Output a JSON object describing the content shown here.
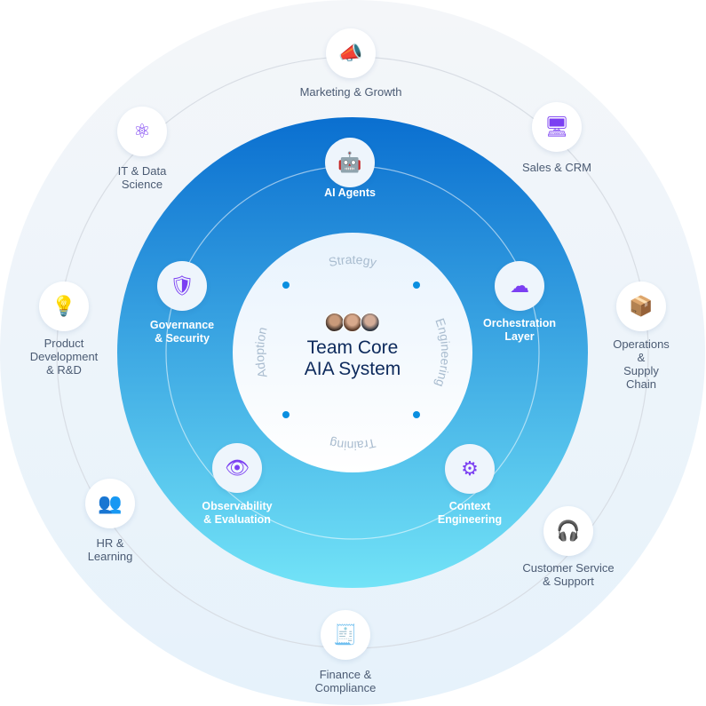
{
  "center": {
    "title": "Team Core\nAIA System",
    "avatars": [
      "person-1",
      "person-2",
      "person-3"
    ]
  },
  "phases": [
    "Strategy",
    "Engineering",
    "Training",
    "Adoption"
  ],
  "inner_ring": [
    {
      "label": "AI Agents",
      "icon": "robot-icon",
      "glyph": "🤖"
    },
    {
      "label": "Orchestration\nLayer",
      "icon": "cloud-network-icon",
      "glyph": "☁"
    },
    {
      "label": "Context\nEngineering",
      "icon": "gears-icon",
      "glyph": "⚙"
    },
    {
      "label": "Observability\n& Evaluation",
      "icon": "eye-icon",
      "glyph": "👁"
    },
    {
      "label": "Governance\n& Security",
      "icon": "shield-bank-icon",
      "glyph": "🛡"
    }
  ],
  "outer_ring": [
    {
      "label": "Marketing & Growth",
      "icon": "megaphone-icon",
      "glyph": "📣"
    },
    {
      "label": "Sales & CRM",
      "icon": "dashboard-icon",
      "glyph": "🖥"
    },
    {
      "label": "Operations &\nSupply Chain",
      "icon": "boxes-icon",
      "glyph": "📦"
    },
    {
      "label": "Customer Service\n& Support",
      "icon": "headset-icon",
      "glyph": "🎧"
    },
    {
      "label": "Finance &\nCompliance",
      "icon": "invoice-icon",
      "glyph": "🧾"
    },
    {
      "label": "HR &\nLearning",
      "icon": "training-icon",
      "glyph": "👥"
    },
    {
      "label": "Product\nDevelopment\n& R&D",
      "icon": "product-box-icon",
      "glyph": "💡"
    },
    {
      "label": "IT & Data\nScience",
      "icon": "atom-icon",
      "glyph": "⚛"
    }
  ],
  "colors": {
    "accent": "#7b3ff2",
    "blue_top": "#0a6fd0",
    "blue_bottom": "#72e3f7",
    "dot": "#0a8fe0"
  }
}
